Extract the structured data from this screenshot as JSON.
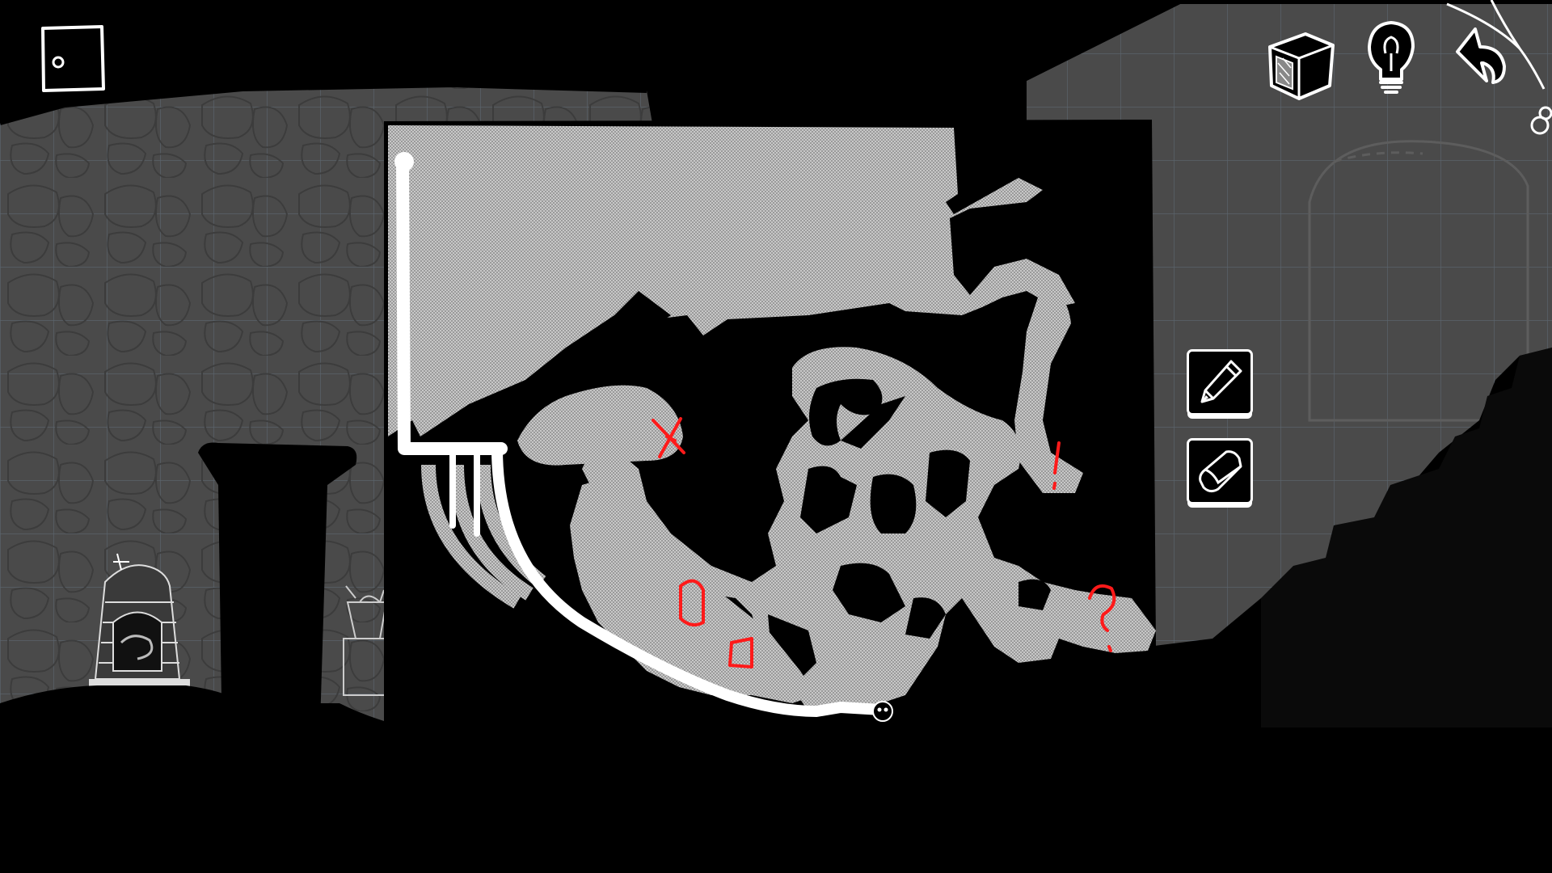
{
  "game": {
    "scene": "cave-map-puzzle"
  },
  "hud": {
    "menu_button_icon": "door-icon",
    "inventory_button_icon": "box-icon",
    "hint_button_icon": "lightbulb-icon",
    "back_button_icon": "undo-arrow-icon"
  },
  "tools": {
    "pencil_icon": "pencil-icon",
    "eraser_icon": "eraser-icon"
  },
  "map": {
    "marks": [
      {
        "id": "x-mark",
        "symbol": "X"
      },
      {
        "id": "exclamation-mark",
        "symbol": "!"
      },
      {
        "id": "question-mark",
        "symbol": "?"
      }
    ],
    "colors": {
      "marker": "#ff1a1a",
      "path": "#ffffff",
      "terrain": "#a8a8a8",
      "void": "#000000",
      "wall": "#4a4a4a"
    }
  }
}
